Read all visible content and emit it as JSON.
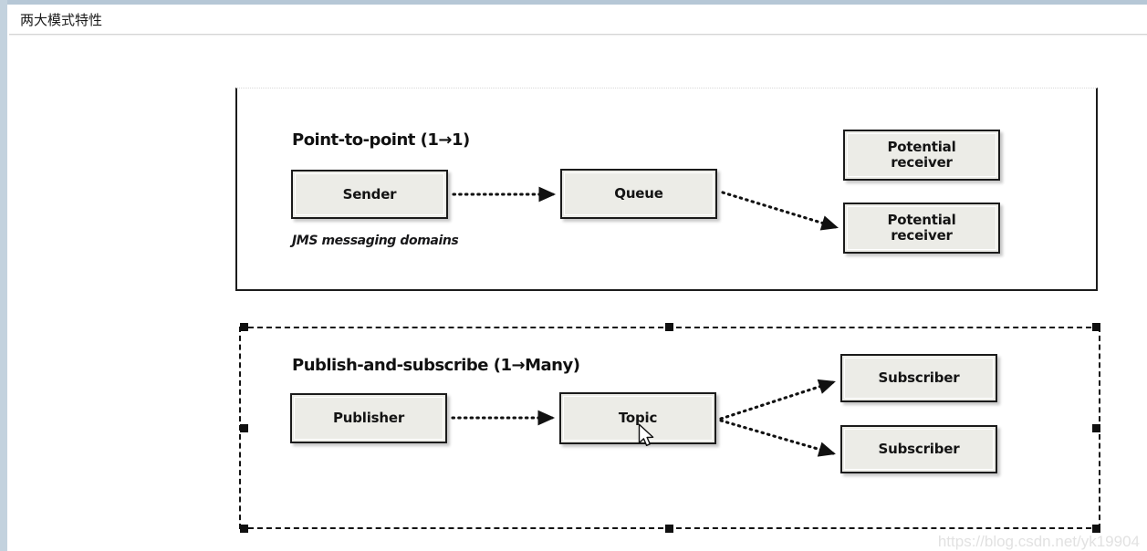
{
  "window": {
    "title": "两大模式特性"
  },
  "diagram": {
    "caption": "JMS messaging domains",
    "panels": [
      {
        "id": "point-to-point",
        "heading": "Point-to-point (1→1)",
        "selected": false,
        "nodes": [
          {
            "id": "sender",
            "label": "Sender"
          },
          {
            "id": "queue",
            "label": "Queue"
          },
          {
            "id": "potential-receiver-1",
            "label": "Potential\nreceiver"
          },
          {
            "id": "potential-receiver-2",
            "label": "Potential\nreceiver"
          }
        ],
        "arrows": [
          {
            "from": "sender",
            "to": "queue",
            "style": "dotted"
          },
          {
            "from": "queue",
            "to": "potential-receiver-2",
            "style": "dotted"
          }
        ]
      },
      {
        "id": "publish-and-subscribe",
        "heading": "Publish-and-subscribe (1→Many)",
        "selected": true,
        "nodes": [
          {
            "id": "publisher",
            "label": "Publisher"
          },
          {
            "id": "topic",
            "label": "Topic"
          },
          {
            "id": "subscriber-1",
            "label": "Subscriber"
          },
          {
            "id": "subscriber-2",
            "label": "Subscriber"
          }
        ],
        "arrows": [
          {
            "from": "publisher",
            "to": "topic",
            "style": "dotted"
          },
          {
            "from": "topic",
            "to": "subscriber-1",
            "style": "dotted"
          },
          {
            "from": "topic",
            "to": "subscriber-2",
            "style": "dotted"
          }
        ]
      }
    ]
  },
  "watermark": {
    "text": "https://blog.csdn.net/yk19904"
  },
  "colors": {
    "node_fill": "#ecece7",
    "node_border": "#1b1b1b",
    "window_chrome": "#c3d2de",
    "text": "#111111",
    "watermark": "#e2e2e2"
  }
}
